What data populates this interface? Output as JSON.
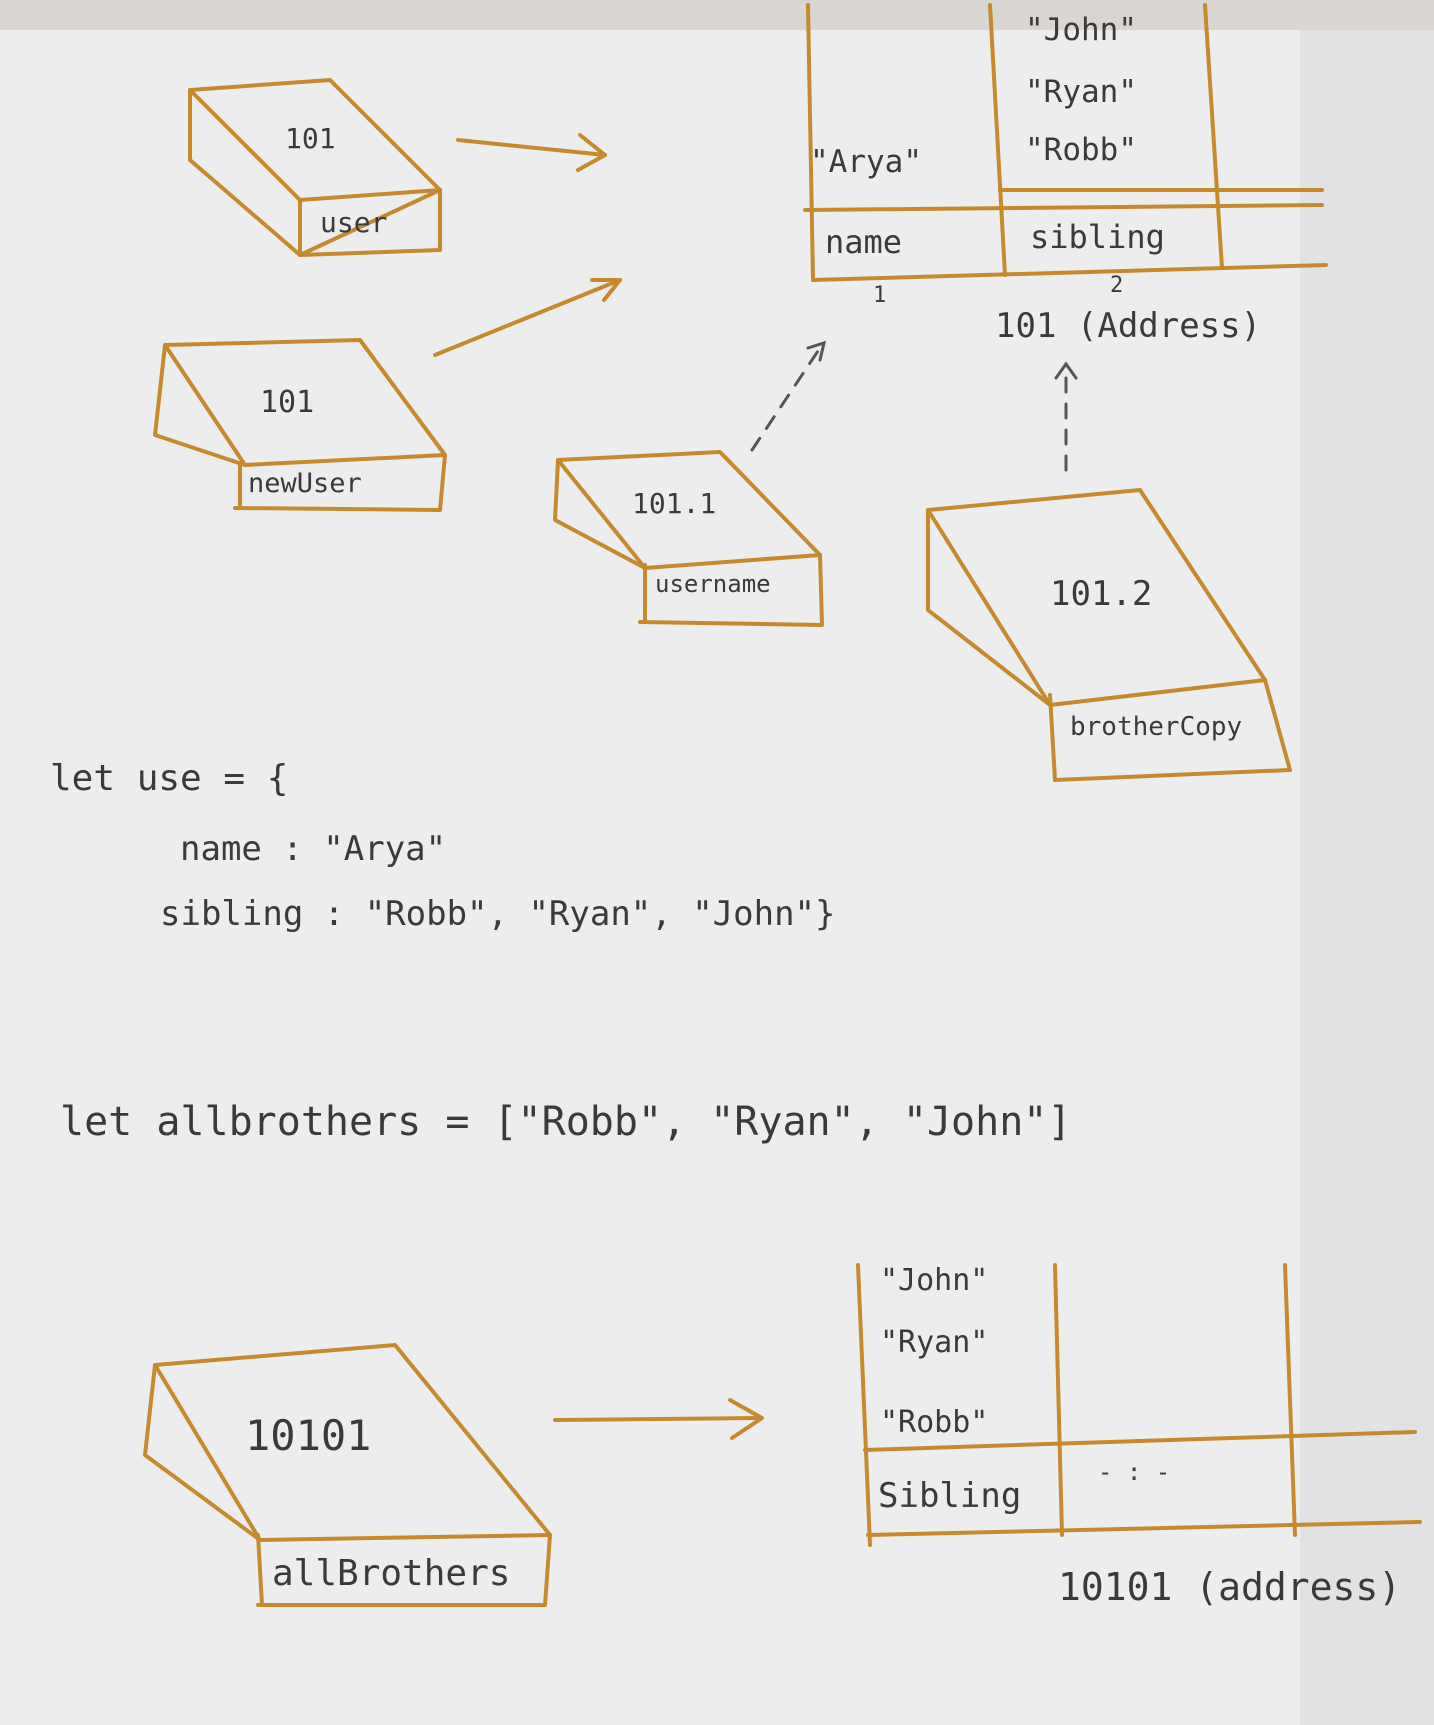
{
  "memory_boxes": {
    "user": {
      "value": "101",
      "label": "user"
    },
    "newUser": {
      "value": "101",
      "label": "newUser"
    },
    "username": {
      "value": "101.1",
      "label": "username"
    },
    "brotherCopy": {
      "value": "101.2",
      "label": "brotherCopy"
    },
    "allBrothers": {
      "value": "10101",
      "label": "allBrothers"
    }
  },
  "heap_table_top": {
    "name_values": [
      "\"Arya\""
    ],
    "sibling_values": [
      "\"John\"",
      "\"Ryan\"",
      "\"Robb\""
    ],
    "headers": [
      "name",
      "sibling"
    ],
    "index_labels": [
      "1",
      "2"
    ],
    "address_caption": "101 (Address)"
  },
  "code_object": {
    "line1": "let use = {",
    "line2": "name : \"Arya\"",
    "line3": "sibling : \"Robb\", \"Ryan\", \"John\"}"
  },
  "code_array": {
    "line": "let allbrothers = [\"Robb\", \"Ryan\", \"John\"]"
  },
  "heap_table_bottom": {
    "sibling_values": [
      "\"John\"",
      "\"Ryan\"",
      "\"Robb\""
    ],
    "header": "Sibling",
    "empty_cell": "- : -",
    "address_caption": "10101 (address)"
  }
}
